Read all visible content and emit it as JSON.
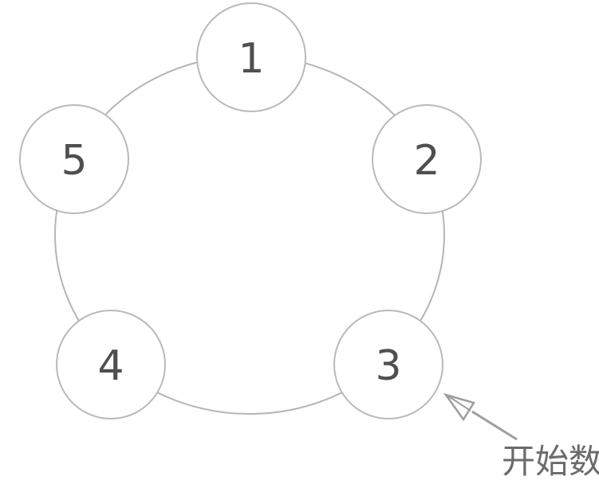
{
  "diagram": {
    "description_visible_content": "circle of five numbered nodes with arrow annotation",
    "nodes": [
      {
        "label": "1"
      },
      {
        "label": "2"
      },
      {
        "label": "3"
      },
      {
        "label": "4"
      },
      {
        "label": "5"
      }
    ],
    "annotation": {
      "label": "开始数",
      "points_to_node": "3"
    },
    "colors": {
      "background": "#ffffff",
      "ring_stroke": "#b5b5b5",
      "node_border": "#b9b9b9",
      "node_fill": "#ffffff",
      "node_number": "#4f4f4f",
      "arrow": "#9e9e9e",
      "annotation_text": "#6b6b6b"
    }
  }
}
